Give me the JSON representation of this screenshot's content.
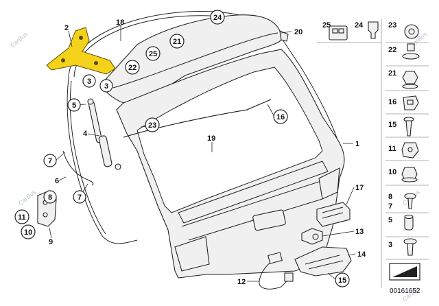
{
  "watermark": "CarBus",
  "document_number": "00161652",
  "callouts": [
    {
      "id": "c2",
      "label": "2"
    },
    {
      "id": "c18",
      "label": "18"
    },
    {
      "id": "c24a",
      "label": "24"
    },
    {
      "id": "c20",
      "label": "20"
    },
    {
      "id": "c21a",
      "label": "21"
    },
    {
      "id": "c25a",
      "label": "25"
    },
    {
      "id": "c22a",
      "label": "22"
    },
    {
      "id": "c3a",
      "label": "3"
    },
    {
      "id": "c3b",
      "label": "3"
    },
    {
      "id": "c5",
      "label": "5"
    },
    {
      "id": "c4",
      "label": "4"
    },
    {
      "id": "c23a",
      "label": "23"
    },
    {
      "id": "c16a",
      "label": "16"
    },
    {
      "id": "c19",
      "label": "19"
    },
    {
      "id": "c1",
      "label": "1"
    },
    {
      "id": "c7a",
      "label": "7"
    },
    {
      "id": "c6",
      "label": "6"
    },
    {
      "id": "c7b",
      "label": "7"
    },
    {
      "id": "c8",
      "label": "8"
    },
    {
      "id": "c11a",
      "label": "11"
    },
    {
      "id": "c10a",
      "label": "10"
    },
    {
      "id": "c9",
      "label": "9"
    },
    {
      "id": "c17",
      "label": "17"
    },
    {
      "id": "c13",
      "label": "13"
    },
    {
      "id": "c14",
      "label": "14"
    },
    {
      "id": "c12",
      "label": "12"
    },
    {
      "id": "c15a",
      "label": "15"
    }
  ],
  "legend": [
    {
      "id": "l25",
      "label": "25"
    },
    {
      "id": "l24",
      "label": "24"
    },
    {
      "id": "l23",
      "label": "23"
    },
    {
      "id": "l22",
      "label": "22"
    },
    {
      "id": "l21",
      "label": "21"
    },
    {
      "id": "l16",
      "label": "16"
    },
    {
      "id": "l15",
      "label": "15"
    },
    {
      "id": "l11",
      "label": "11"
    },
    {
      "id": "l10",
      "label": "10"
    },
    {
      "id": "l8",
      "label": "8"
    },
    {
      "id": "l7",
      "label": "7"
    },
    {
      "id": "l5",
      "label": "5"
    },
    {
      "id": "l3",
      "label": "3"
    }
  ]
}
